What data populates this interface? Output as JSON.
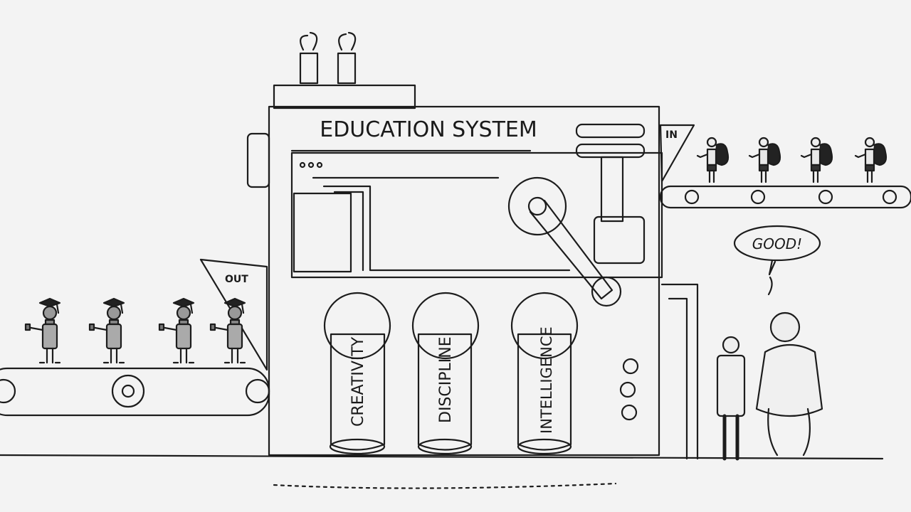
{
  "cartoon": {
    "machine_title": "EDUCATION SYSTEM",
    "input_sign": "IN",
    "output_sign": "OUT",
    "speech_bubble": "GOOD!",
    "pipes": [
      {
        "label": "CREATIVITY"
      },
      {
        "label": "DISCIPLINE"
      },
      {
        "label": "INTELLIGENCE"
      }
    ]
  }
}
